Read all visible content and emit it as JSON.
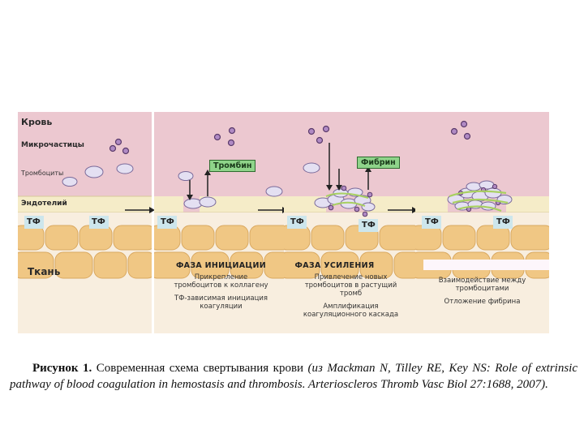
{
  "panel1": {
    "blood_label": "Кровь",
    "microparticles_label": "Микрочастицы",
    "platelets_label": "Тромбоциты",
    "endothelium_label": "Эндотелий",
    "tf_left": "ТФ",
    "tf_right": "ТФ",
    "tissue_label": "Ткань"
  },
  "panel2": {
    "tf_label": "ТФ",
    "thrombin_label": "Тромбин",
    "phase_title": "ФАЗА ИНИЦИАЦИИ",
    "desc_lines": [
      "Прикрепление",
      "тромбоцитов к коллагену",
      "ТФ-зависимая инициация",
      "коагуляции"
    ]
  },
  "panel3": {
    "tf_left": "ТФ",
    "tf_right": "ТФ",
    "fibrin_label": "Фибрин",
    "phase_title": "ФАЗА УСИЛЕНИЯ",
    "desc_lines": [
      "Привлечение новых",
      "тромбоцитов в растущий",
      "тромб",
      "Амплификация",
      "коагуляционного каскада"
    ]
  },
  "panel4": {
    "tf_left": "ТФ",
    "tf_right": "ТФ",
    "desc_lines": [
      "Взаимодействие между",
      "тромбоцитами",
      "Отложение фибрина"
    ]
  },
  "caption": {
    "figure_label": "Рисунок 1.",
    "text": "Современная схема свертывания крови",
    "citation": "(из Mackman N, Tilley RE, Key NS: Role of extrinsic pathway of blood coagulation in hemostasis and thrombosis. Arterioscleros Thromb Vasc Biol 27:1688, 2007)."
  },
  "colors": {
    "blood": "#ecc8d0",
    "endothelium": "#f5ecc8",
    "tissue": "#f3d8a0",
    "cell": "#f0c784",
    "platelet": "#e4e0f2",
    "microparticle": "#b08ac4",
    "tf_box": "#cde6ec",
    "fibrin": "#a8d060",
    "tag": "#8fd48a"
  }
}
